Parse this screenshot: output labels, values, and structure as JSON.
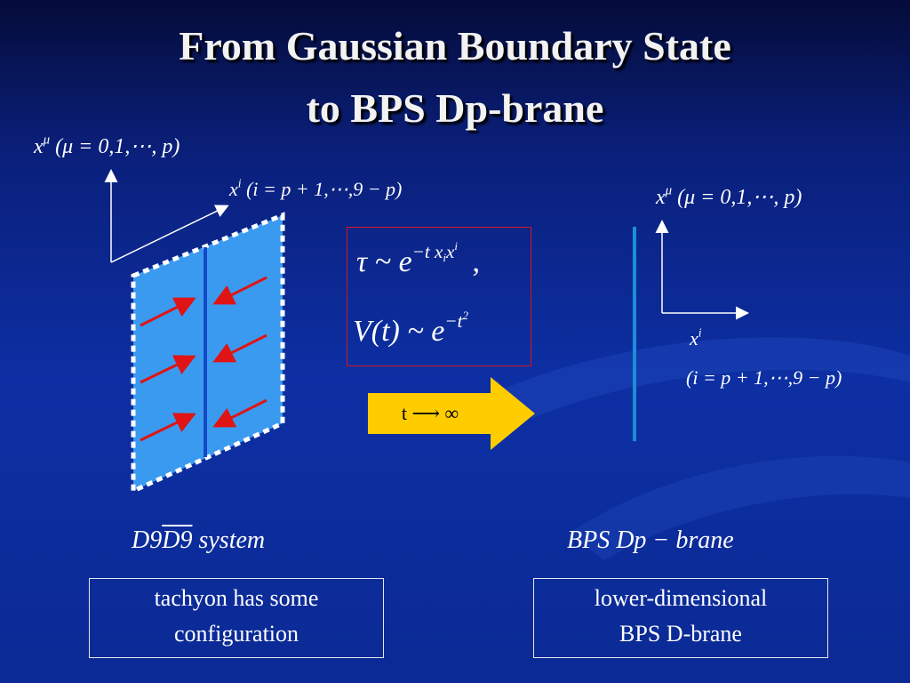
{
  "slide": {
    "title_line1": "From Gaussian Boundary State",
    "title_line2": "to BPS Dp-brane"
  },
  "left_diagram": {
    "axis_up_var": "x",
    "axis_up_sup": "μ",
    "axis_up_rest": "(μ = 0,1,⋯, p)",
    "axis_diag_var": "x",
    "axis_diag_sup": "i",
    "axis_diag_rest": "(i = p + 1,⋯,9 − p)",
    "caption_a": "D9",
    "caption_b": "D9",
    "caption_c": " system"
  },
  "formulas": {
    "line1_lhs": "τ ~ e",
    "line1_exp": "−t x",
    "line1_exp_sub": "i",
    "line1_exp2": "x",
    "line1_exp_sup": "i",
    "line1_tail": ",",
    "line2_lhs": "V(t) ~ e",
    "line2_exp": "−t",
    "line2_exp_sup": "2"
  },
  "arrow": {
    "label": "t ⟶ ∞",
    "color": "#ffcc00"
  },
  "right_diagram": {
    "axis_up_var": "x",
    "axis_up_sup": "μ",
    "axis_up_rest": "(μ = 0,1,⋯, p)",
    "axis_right_var": "x",
    "axis_right_sup": "i",
    "axis_right_rest": "(i = p + 1,⋯,9 − p)",
    "caption": "BPS  Dp − brane"
  },
  "boxes": {
    "left_line1": "tachyon has some",
    "left_line2": "configuration",
    "right_line1": "lower-dimensional",
    "right_line2": "BPS D-brane"
  },
  "colors": {
    "brane_fill": "#3a9af0",
    "arrow_red": "#e01414",
    "brane_line": "#1a8fd8"
  }
}
